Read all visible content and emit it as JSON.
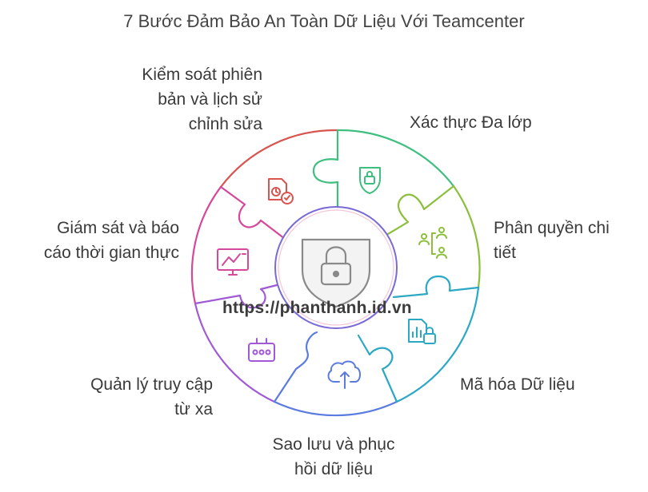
{
  "title": "7 Bước Đảm Bảo An Toàn Dữ Liệu Với Teamcenter",
  "steps": [
    {
      "lines": [
        "Kiểm soát phiên",
        "bản và lịch sử",
        "chỉnh sửa"
      ],
      "icon": "document-history-icon",
      "color": "#d9534f"
    },
    {
      "lines": [
        "Xác thực Đa lớp"
      ],
      "icon": "shield-lock-icon",
      "color": "#3fbf7f"
    },
    {
      "lines": [
        "Phân quyền chi",
        "tiết"
      ],
      "icon": "user-hierarchy-icon",
      "color": "#8bbf3c"
    },
    {
      "lines": [
        "Mã hóa Dữ liệu"
      ],
      "icon": "encrypted-chart-icon",
      "color": "#2aa8c4"
    },
    {
      "lines": [
        "Sao lưu và phục",
        "hồi dữ liệu"
      ],
      "icon": "cloud-upload-icon",
      "color": "#5b7be0"
    },
    {
      "lines": [
        "Quản lý truy cập",
        "từ xa"
      ],
      "icon": "remote-control-icon",
      "color": "#a05ad6"
    },
    {
      "lines": [
        "Giám sát và báo",
        "cáo thời gian thực"
      ],
      "icon": "monitor-chart-icon",
      "color": "#d6489a"
    }
  ],
  "center": {
    "icon": "padlock-icon",
    "color": "#8a8a8a"
  },
  "watermark": "https://phanthanh.id.vn"
}
